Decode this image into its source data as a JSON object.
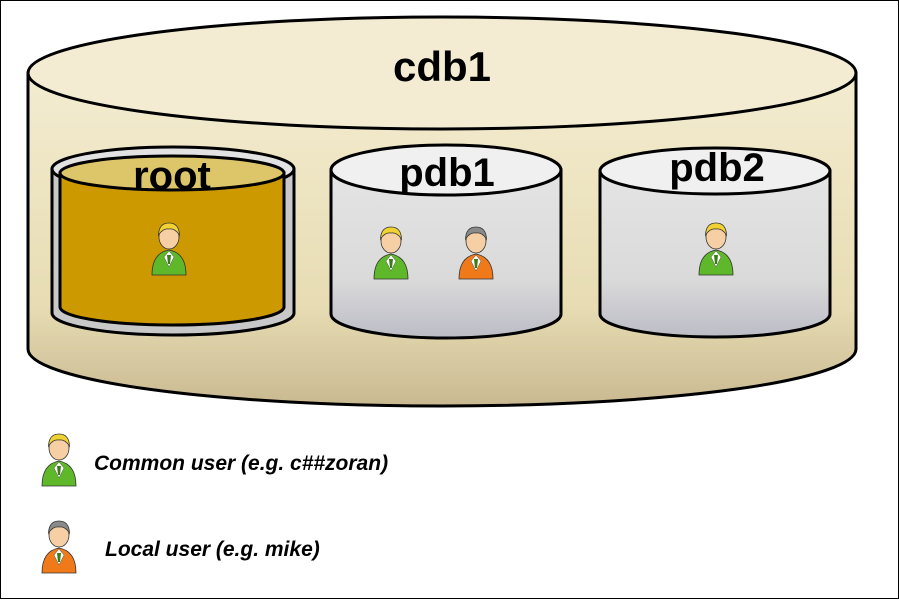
{
  "diagram": {
    "cdb_label": "cdb1",
    "containers": [
      {
        "label": "root"
      },
      {
        "label": "pdb1"
      },
      {
        "label": "pdb2"
      }
    ]
  },
  "legend": {
    "common_user": "Common user (e.g. c##zoran)",
    "local_user": "Local user (e.g. mike)"
  },
  "colors": {
    "common_user_body": "#5fb82a",
    "common_user_hair": "#f0d232",
    "local_user_body": "#f07a1a",
    "local_user_hair": "#8a8a8a",
    "root_fill": "#cc9900",
    "cdb_fill": "#ebe0b8",
    "pdb_fill": "#e0e0e0"
  }
}
